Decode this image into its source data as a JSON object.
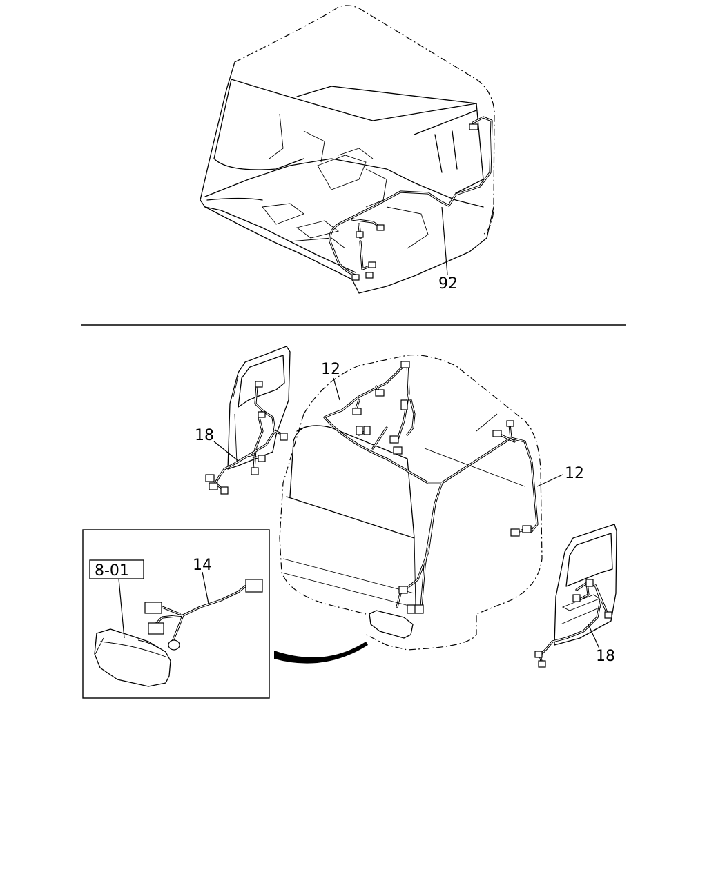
{
  "callouts": {
    "c92": "92",
    "c12a": "12",
    "c12b": "12",
    "c18a": "18",
    "c18b": "18",
    "c14": "14",
    "ref": "8-01"
  }
}
